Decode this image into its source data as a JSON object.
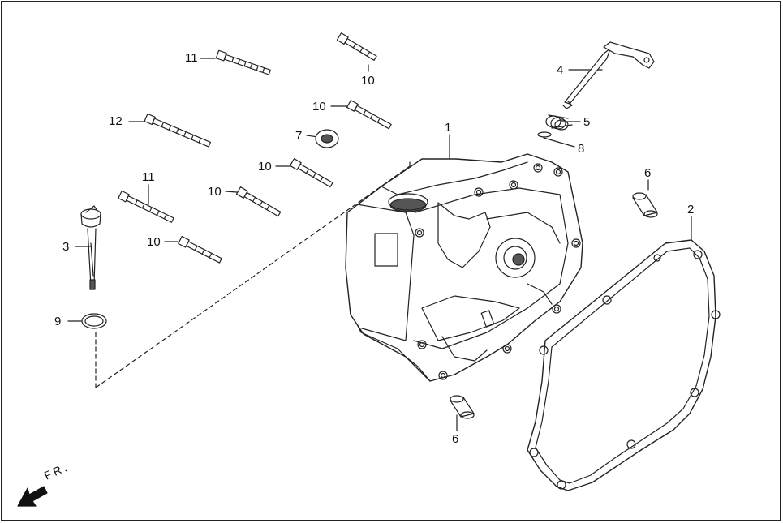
{
  "diagram": {
    "direction_label": "FR.",
    "callouts": {
      "c1": "1",
      "c2": "2",
      "c3": "3",
      "c4": "4",
      "c5": "5",
      "c6a": "6",
      "c6b": "6",
      "c7": "7",
      "c8": "8",
      "c9": "9",
      "c10a": "10",
      "c10b": "10",
      "c10c": "10",
      "c10d": "10",
      "c10e": "10",
      "c11a": "11",
      "c11b": "11",
      "c12": "12"
    }
  }
}
